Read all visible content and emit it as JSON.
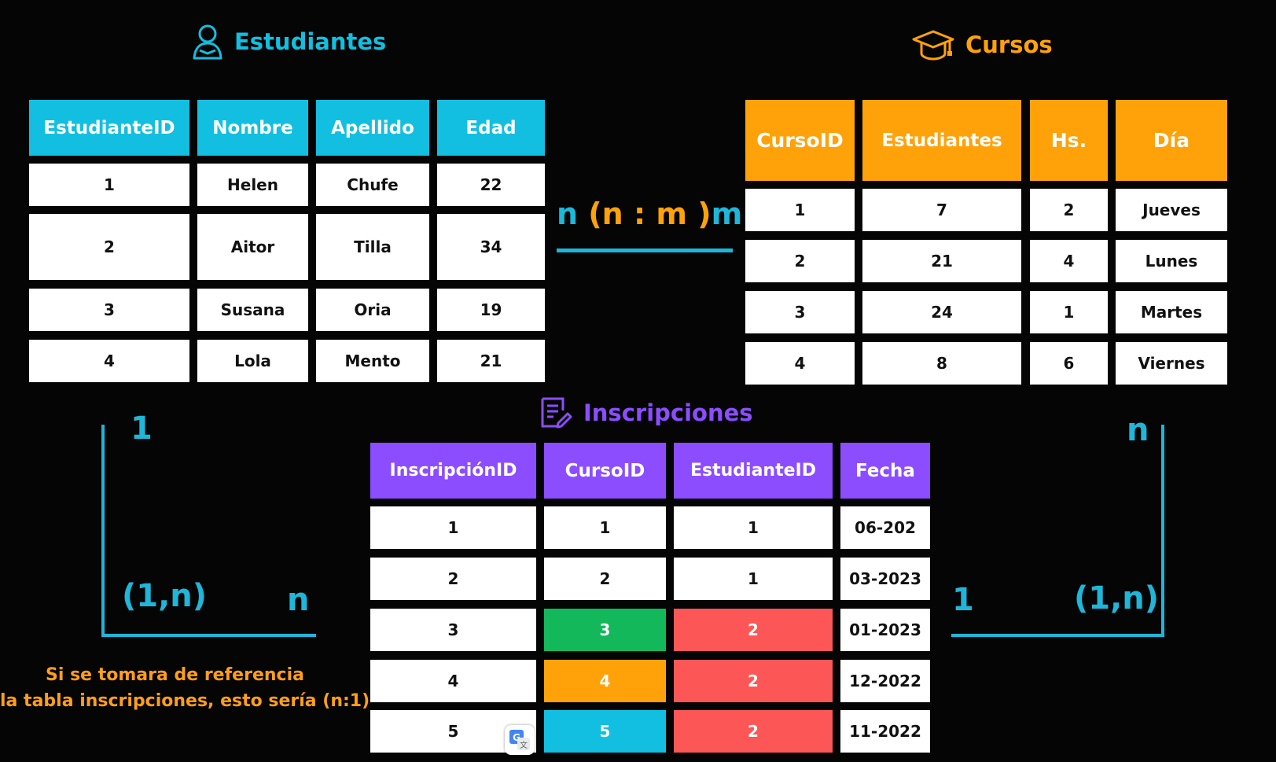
{
  "estudiantes": {
    "title": "Estudiantes",
    "icon": "student-icon",
    "accent": "#12bfe0",
    "headers": [
      "EstudianteID",
      "Nombre",
      "Apellido",
      "Edad"
    ],
    "rows": [
      [
        "1",
        "Helen",
        "Chufe",
        "22"
      ],
      [
        "2",
        "Aitor",
        "Tilla",
        "34"
      ],
      [
        "3",
        "Susana",
        "Oria",
        "19"
      ],
      [
        "4",
        "Lola",
        "Mento",
        "21"
      ]
    ]
  },
  "cursos": {
    "title": "Cursos",
    "icon": "graduation-cap-icon",
    "accent": "#ffa20a",
    "headers": [
      "CursoID",
      "Estudiantes",
      "Hs.",
      "Día"
    ],
    "rows": [
      [
        "1",
        "7",
        "2",
        "Jueves"
      ],
      [
        "2",
        "21",
        "4",
        "Lunes"
      ],
      [
        "3",
        "24",
        "1",
        "Martes"
      ],
      [
        "4",
        "8",
        "6",
        "Viernes"
      ]
    ]
  },
  "inscripciones": {
    "title": "Inscripciones",
    "icon": "document-edit-icon",
    "accent": "#8b4dff",
    "headers": [
      "InscripciónID",
      "CursoID",
      "EstudianteID",
      "Fecha"
    ],
    "rows": [
      [
        "1",
        "1",
        "1",
        "06-202"
      ],
      [
        "2",
        "2",
        "1",
        "03-2023"
      ],
      [
        "3",
        "3",
        "2",
        "01-2023"
      ],
      [
        "4",
        "4",
        "2",
        "12-2022"
      ],
      [
        "5",
        "5",
        "2",
        "11-2022"
      ]
    ],
    "highlight_colors": {
      "green": "#12b85a",
      "orange": "#ffa20a",
      "blue": "#12bfe0",
      "red": "#fd5656"
    }
  },
  "relation": {
    "n_left": "n",
    "middle": "(n : m )",
    "m_right": "m"
  },
  "left_relation": {
    "one": "1",
    "one_n": "(1,n)",
    "n": "n"
  },
  "right_relation": {
    "n": "n",
    "one": "1",
    "one_n": "(1,n)"
  },
  "note": {
    "line1": "Si se tomara de referencia",
    "line2": "la tabla inscripciones, esto sería (n:1)"
  },
  "translate_badge_icon": "google-translate-icon"
}
